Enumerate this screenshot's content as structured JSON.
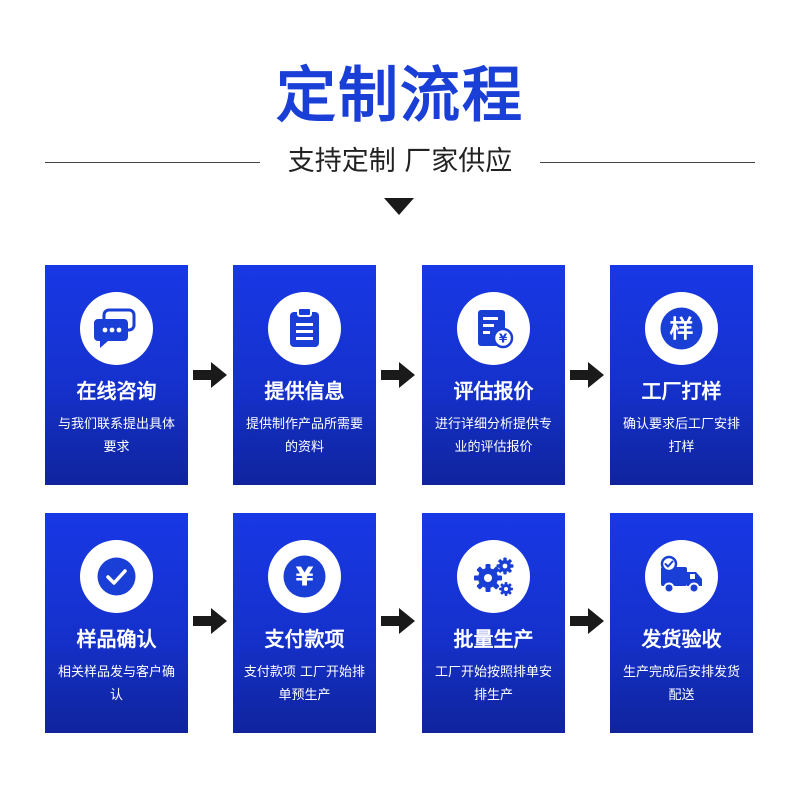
{
  "header": {
    "title": "定制流程",
    "subtitle": "支持定制 厂家供应"
  },
  "steps": [
    {
      "title": "在线咨询",
      "desc": "与我们联系提出具体要求",
      "icon": "chat-bubbles-icon"
    },
    {
      "title": "提供信息",
      "desc": "提供制作产品所需要的资料",
      "icon": "clipboard-icon"
    },
    {
      "title": "评估报价",
      "desc": "进行详细分析提供专业的评估报价",
      "icon": "invoice-yen-icon"
    },
    {
      "title": "工厂打样",
      "desc": "确认要求后工厂安排打样",
      "icon": "sample-badge-icon",
      "icon_text": "样"
    },
    {
      "title": "样品确认",
      "desc": "相关样品发与客户确认",
      "icon": "check-circle-icon"
    },
    {
      "title": "支付款项",
      "desc": "支付款项 工厂开始排单预生产",
      "icon": "yen-coin-icon",
      "icon_text": "¥"
    },
    {
      "title": "批量生产",
      "desc": "工厂开始按照排单安排生产",
      "icon": "gears-icon"
    },
    {
      "title": "发货验收",
      "desc": "生产完成后安排发货配送",
      "icon": "delivery-truck-icon"
    }
  ],
  "colors": {
    "title": "#1a3fd6",
    "card_top": "#1838e6",
    "card_bottom": "#0f249c",
    "arrow": "#1a1a1a"
  }
}
